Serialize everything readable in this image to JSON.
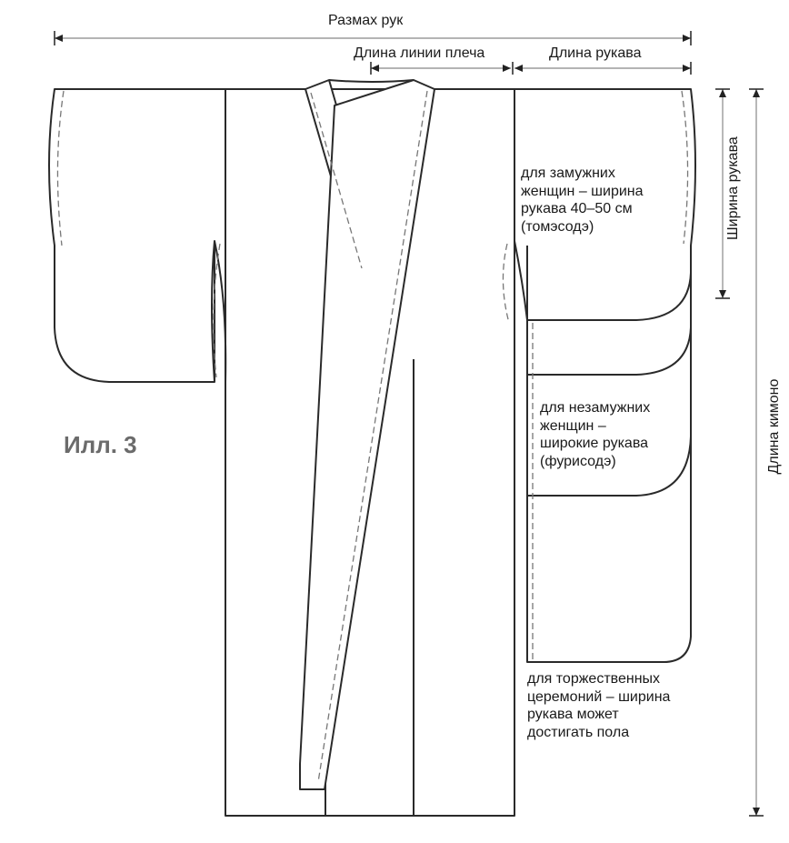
{
  "dimensions": {
    "arm_span": "Размах рук",
    "shoulder_length": "Длина линии плеча",
    "sleeve_length": "Длина рукава",
    "sleeve_width": "Ширина рукава",
    "kimono_length": "Длина кимоно"
  },
  "figure_label": "Илл. 3",
  "notes": {
    "married": [
      "для замужних",
      "женщин – ширина",
      "рукава 40–50 см",
      "(томэсодэ)"
    ],
    "unmarried": [
      "для незамужних",
      "женщин –",
      "широкие рукава",
      "(фурисодэ)"
    ],
    "ceremony": [
      "для торжественных",
      "церемоний – ширина",
      "рукава может",
      "достигать пола"
    ]
  }
}
